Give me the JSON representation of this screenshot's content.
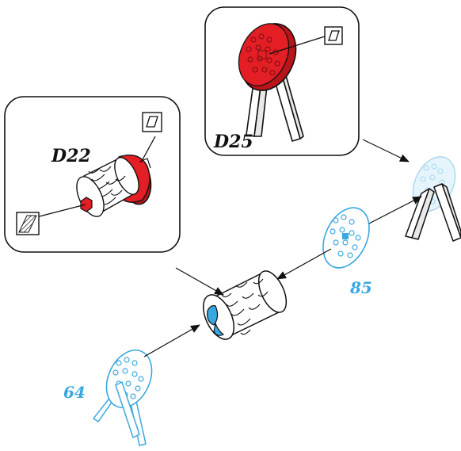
{
  "labels": {
    "d22": "D22",
    "d25": "D25",
    "part_64": "64",
    "part_85": "85"
  },
  "icons": {
    "d22_top": "surface-finish-icon",
    "d22_bottom": "texture-pattern-icon",
    "d25": "surface-finish-icon"
  },
  "colors": {
    "detail_red": "#e41e25",
    "part_blue": "#3aa8e0",
    "part_blue_light": "#a9d8f2",
    "outline": "#111111"
  }
}
